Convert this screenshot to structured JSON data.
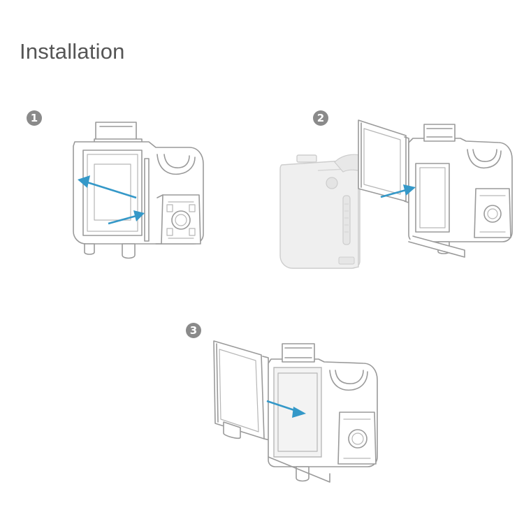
{
  "title": "Installation",
  "steps": [
    {
      "number": "1"
    },
    {
      "number": "2"
    },
    {
      "number": "3"
    }
  ],
  "colors": {
    "title": "#555555",
    "badge": "#8a8a8a",
    "outline": "#9a9a9a",
    "arrow": "#3498c8"
  }
}
